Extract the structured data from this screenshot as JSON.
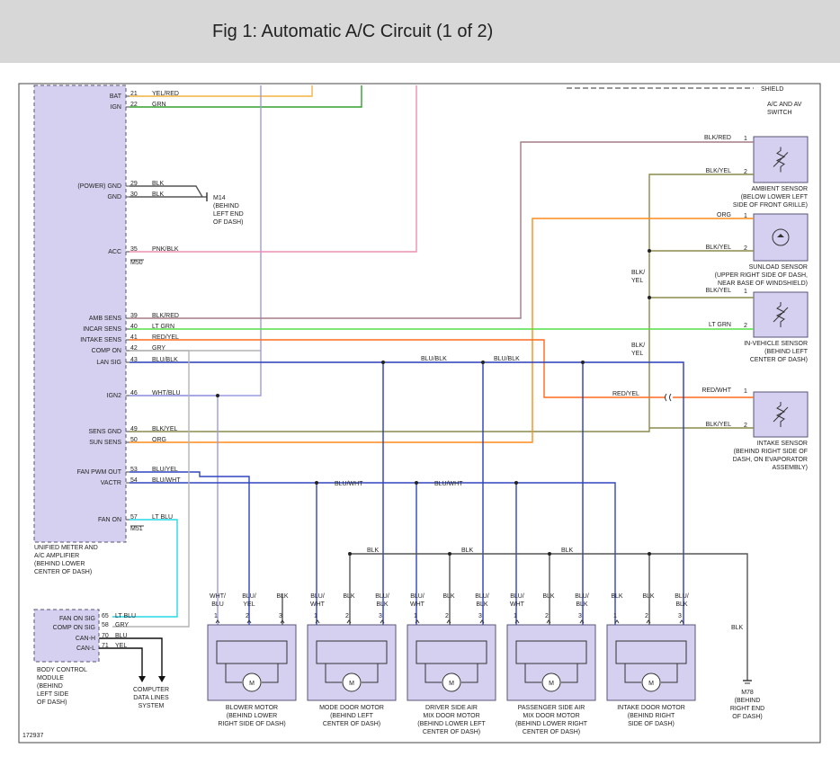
{
  "header": {
    "title": "Fig 1: Automatic A/C Circuit (1 of 2)"
  },
  "figure_id": "172937",
  "amplifier": {
    "label": [
      "UNIFIED METER AND",
      "A/C AMPLIFIER",
      "(BEHIND LOWER",
      "CENTER OF DASH)"
    ],
    "pins": [
      {
        "name": "BAT",
        "pin": "21",
        "wire": "YEL/RED"
      },
      {
        "name": "IGN",
        "pin": "22",
        "wire": "GRN"
      },
      {
        "name": "(POWER) GND",
        "pin": "29",
        "wire": "BLK"
      },
      {
        "name": "GND",
        "pin": "30",
        "wire": "BLK"
      },
      {
        "name": "ACC",
        "pin": "35",
        "wire": "PNK/BLK"
      },
      {
        "name": "AMB SENS",
        "pin": "39",
        "wire": "BLK/RED"
      },
      {
        "name": "INCAR SENS",
        "pin": "40",
        "wire": "LT GRN"
      },
      {
        "name": "INTAKE SENS",
        "pin": "41",
        "wire": "RED/YEL"
      },
      {
        "name": "COMP ON",
        "pin": "42",
        "wire": "GRY"
      },
      {
        "name": "LAN SIG",
        "pin": "43",
        "wire": "BLU/BLK"
      },
      {
        "name": "IGN2",
        "pin": "46",
        "wire": "WHT/BLU"
      },
      {
        "name": "SENS GND",
        "pin": "49",
        "wire": "BLK/YEL"
      },
      {
        "name": "SUN SENS",
        "pin": "50",
        "wire": "ORG"
      },
      {
        "name": "FAN PWM OUT",
        "pin": "53",
        "wire": "BLU/YEL"
      },
      {
        "name": "VACTR",
        "pin": "54",
        "wire": "BLU/WHT"
      },
      {
        "name": "FAN ON",
        "pin": "57",
        "wire": "LT BLU"
      }
    ],
    "connectors": [
      "M50",
      "M51"
    ]
  },
  "ground_m14": [
    "M14",
    "(BEHIND",
    "LEFT END",
    "OF DASH)"
  ],
  "bcm": {
    "label": [
      "BODY CONTROL",
      "MODULE",
      "(BEHIND",
      "LEFT SIDE",
      "OF DASH)"
    ],
    "pins": [
      {
        "name": "FAN ON SIG",
        "pin": "65",
        "wire": "LT BLU"
      },
      {
        "name": "COMP ON SIG",
        "pin": "58",
        "wire": "GRY"
      },
      {
        "name": "CAN-H",
        "pin": "70",
        "wire": "BLU"
      },
      {
        "name": "CAN-L",
        "pin": "71",
        "wire": "YEL"
      }
    ]
  },
  "data_lines": [
    "COMPUTER",
    "DATA LINES",
    "SYSTEM"
  ],
  "shield": {
    "label": "SHIELD",
    "switch": [
      "A/C AND AV",
      "SWITCH"
    ]
  },
  "sensors": [
    {
      "name": [
        "AMBIENT SENSOR",
        "(BELOW LOWER LEFT",
        "SIDE OF FRONT GRILLE)"
      ],
      "wires": [
        "BLK/RED",
        "BLK/YEL"
      ]
    },
    {
      "name": [
        "SUNLOAD SENSOR",
        "(UPPER RIGHT SIDE OF DASH,",
        "NEAR BASE OF WINDSHIELD)"
      ],
      "wires": [
        "ORG",
        "BLK/YEL"
      ]
    },
    {
      "name": [
        "IN-VEHICLE SENSOR",
        "(BEHIND LEFT",
        "CENTER OF DASH)"
      ],
      "wires": [
        "BLK/YEL",
        "LT GRN"
      ]
    },
    {
      "name": [
        "INTAKE SENSOR",
        "(BEHIND RIGHT SIDE OF",
        "DASH, ON EVAPORATOR",
        "ASSEMBLY)"
      ],
      "wires": [
        "RED/WHT",
        "BLK/YEL"
      ]
    }
  ],
  "bus_labels": {
    "lan": "BLU/BLK",
    "vactr": "BLU/WHT",
    "blk": "BLK",
    "blk_yel": "BLK/YEL",
    "red_yel": "RED/YEL"
  },
  "motors": [
    {
      "name": [
        "BLOWER MOTOR",
        "(BEHIND LOWER",
        "RIGHT SIDE OF DASH)"
      ],
      "wires": [
        [
          "WHT/",
          "BLU"
        ],
        [
          "BLU/",
          "YEL"
        ],
        [
          "BLK"
        ]
      ]
    },
    {
      "name": [
        "MODE DOOR MOTOR",
        "(BEHIND LEFT",
        "CENTER OF DASH)"
      ],
      "wires": [
        [
          "BLU/",
          "WHT"
        ],
        [
          "BLK"
        ],
        [
          "BLU/",
          "BLK"
        ]
      ]
    },
    {
      "name": [
        "DRIVER SIDE AIR",
        "MIX DOOR MOTOR",
        "(BEHIND LOWER LEFT",
        "CENTER OF DASH)"
      ],
      "wires": [
        [
          "BLU/",
          "WHT"
        ],
        [
          "BLK"
        ],
        [
          "BLU/",
          "BLK"
        ]
      ]
    },
    {
      "name": [
        "PASSENGER SIDE AIR",
        "MIX DOOR MOTOR",
        "(BEHIND LOWER RIGHT",
        "CENTER OF DASH)"
      ],
      "wires": [
        [
          "BLU/",
          "WHT"
        ],
        [
          "BLK"
        ],
        [
          "BLU/",
          "BLK"
        ]
      ]
    },
    {
      "name": [
        "INTAKE DOOR MOTOR",
        "(BEHIND RIGHT",
        "SIDE OF DASH)"
      ],
      "wires": [
        [
          "BLK"
        ],
        [
          "BLK"
        ],
        [
          "BLU/",
          "BLK"
        ]
      ]
    }
  ],
  "ground_m78": [
    "M78",
    "(BEHIND",
    "RIGHT END",
    "OF DASH)"
  ],
  "m78_wire": "BLK",
  "motor_symbol": "M",
  "pin_numbers": [
    "1",
    "2",
    "3"
  ],
  "colors": {
    "yel_red": "#f4b240",
    "grn": "#33a02c",
    "pnk_blk": "#ee8fb2",
    "blk_red": "#a47b84",
    "lt_grn": "#55e046",
    "red_yel": "#ff6a1f",
    "gry": "#b4b4b4",
    "blu_blk": "#2a3db8",
    "wht_blu": "#9b9be6",
    "blk_yel": "#8a8a4a",
    "org": "#ff8c1a",
    "blu_yel": "#3045c0",
    "blu_wht": "#3045c0",
    "lt_blu": "#27d9e6",
    "blk": "#555555",
    "box_fill": "#d6d0f0",
    "box_stroke": "#555577"
  }
}
